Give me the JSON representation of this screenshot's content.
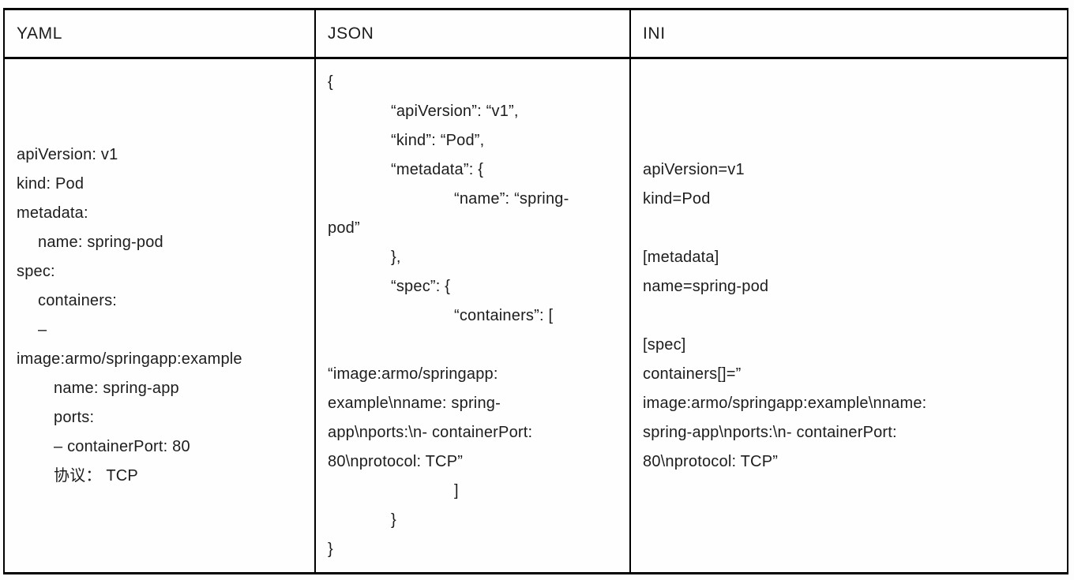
{
  "table": {
    "headers": [
      "YAML",
      "JSON",
      "INI"
    ],
    "yaml": {
      "lines": [
        "apiVersion: v1",
        "kind: Pod",
        "metadata:",
        "name: spring-pod",
        "spec:",
        "containers:",
        "–",
        "image:armo/springapp:example",
        "name: spring-app",
        "ports:",
        "– containerPort: 80",
        "协议： TCP"
      ]
    },
    "json": {
      "lines": [
        "{",
        "“apiVersion”: “v1”,",
        "“kind”: “Pod”,",
        "“metadata”: {",
        "“name”: “spring-",
        "pod”",
        "},",
        "“spec”: {",
        "“containers”: [",
        "",
        "“image:armo/springapp:",
        "example\\nname: spring-",
        "app\\nports:\\n- containerPort:",
        "80\\nprotocol: TCP”",
        "]",
        "}",
        "}"
      ]
    },
    "ini": {
      "lines": [
        "apiVersion=v1",
        "kind=Pod",
        "",
        "[metadata]",
        "name=spring-pod",
        "",
        "[spec]",
        "containers[]=”",
        "image:armo/springapp:example\\nname:",
        "spring-app\\nports:\\n- containerPort:",
        "80\\nprotocol: TCP”"
      ]
    },
    "colors": {
      "border": "#000000",
      "text": "#1d1d1d",
      "background": "#fdfdfd"
    }
  }
}
